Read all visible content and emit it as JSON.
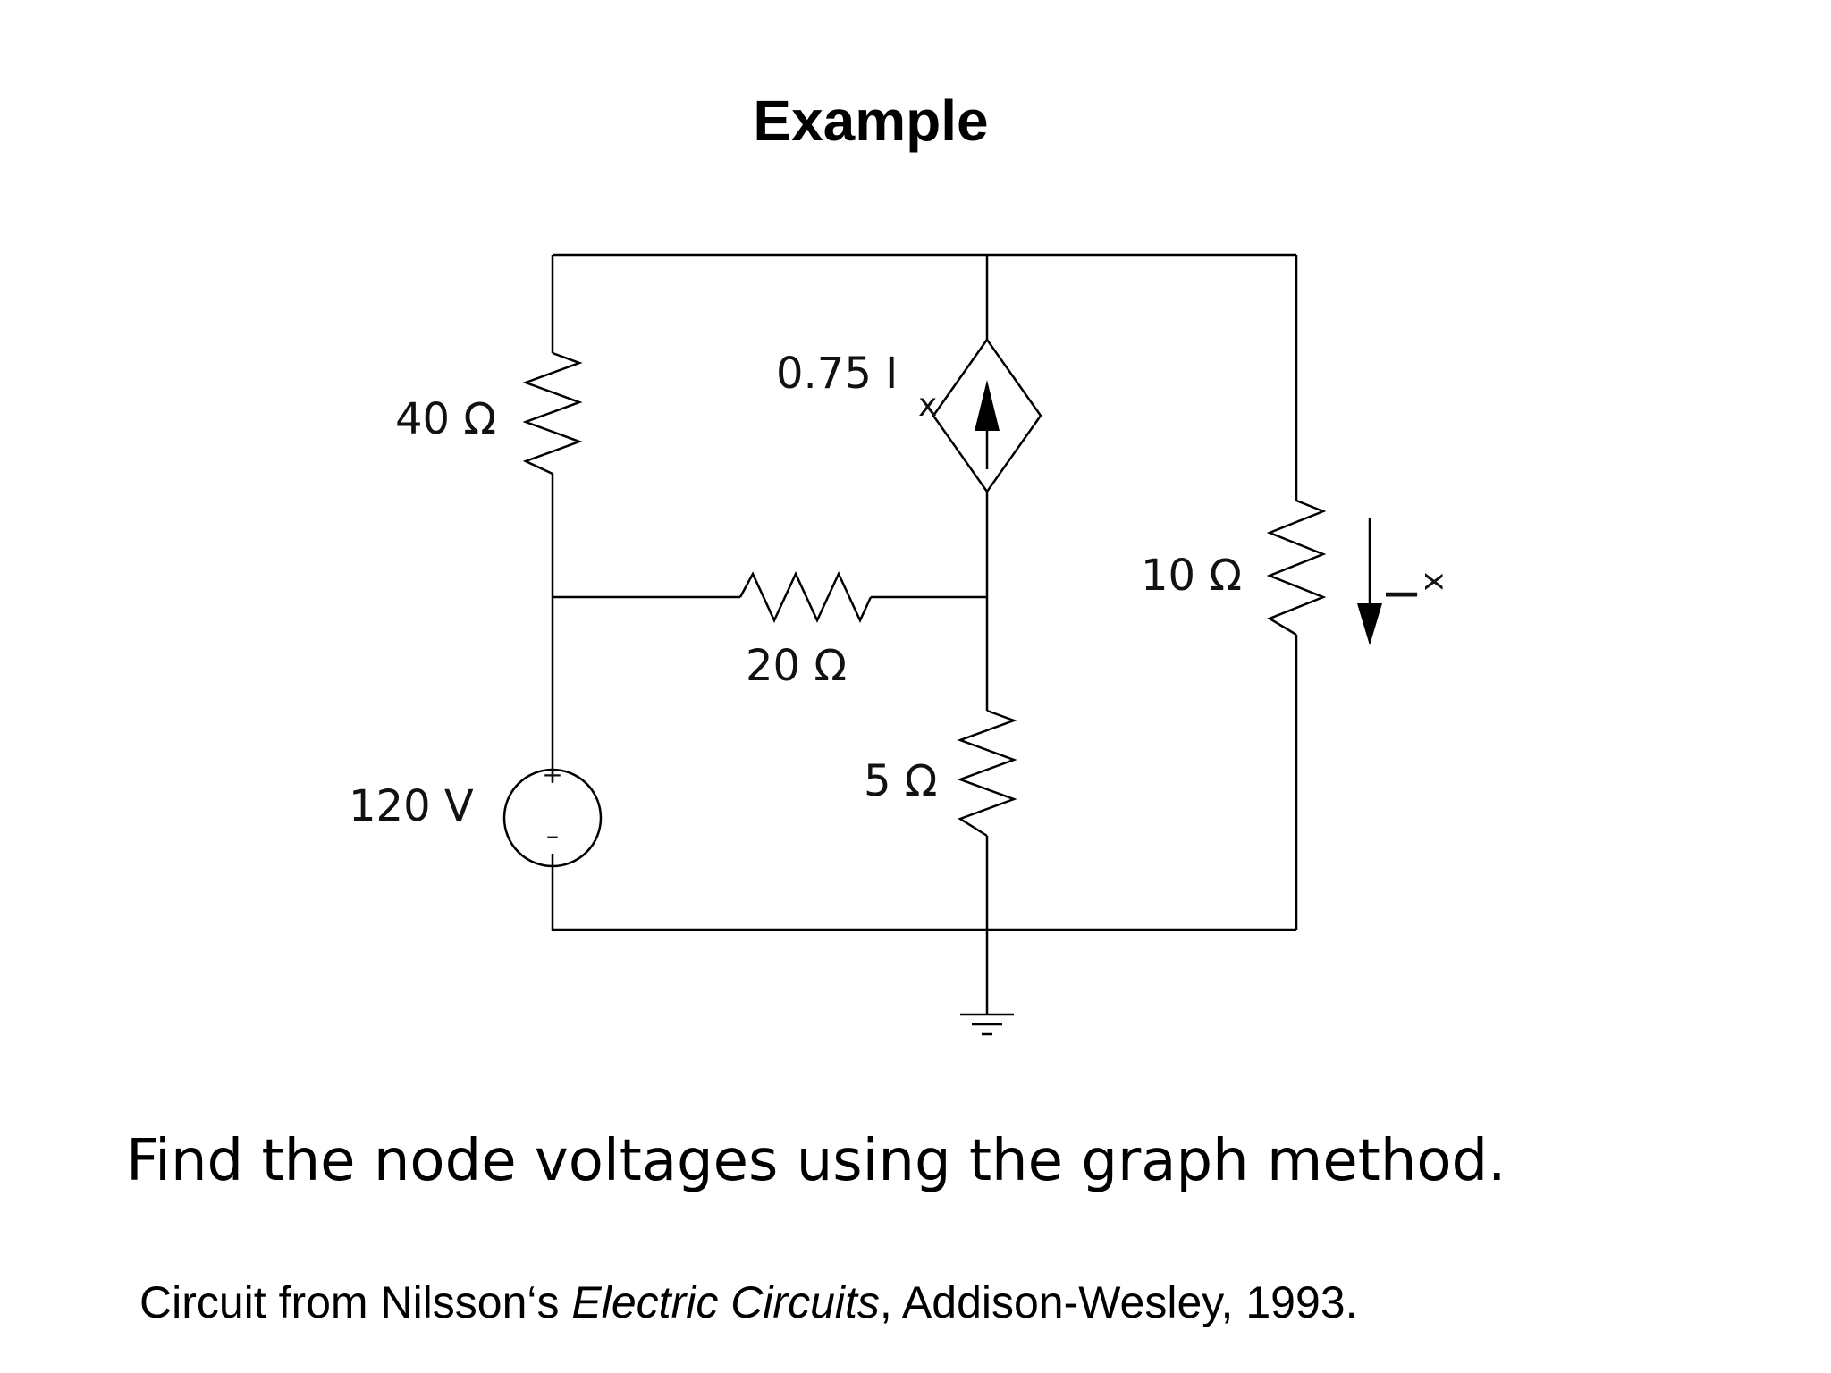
{
  "slide": {
    "title": "Example",
    "task_text": "Find the node voltages using the graph method.",
    "citation": {
      "prefix": "Circuit from Nilsson‘s ",
      "book": "Electric Circuits",
      "suffix": ", Addison-Wesley, 1993."
    }
  },
  "circuit": {
    "resistor_40": "40 Ω",
    "resistor_20": "20 Ω",
    "resistor_5": "5 Ω",
    "resistor_10": "10 Ω",
    "voltage_source": "120 V",
    "voltage_plus": "+",
    "voltage_minus": "–",
    "dependent_source_gain": "0.75 I",
    "dependent_source_subscript": "x",
    "current_label": "I",
    "current_subscript": "x"
  }
}
